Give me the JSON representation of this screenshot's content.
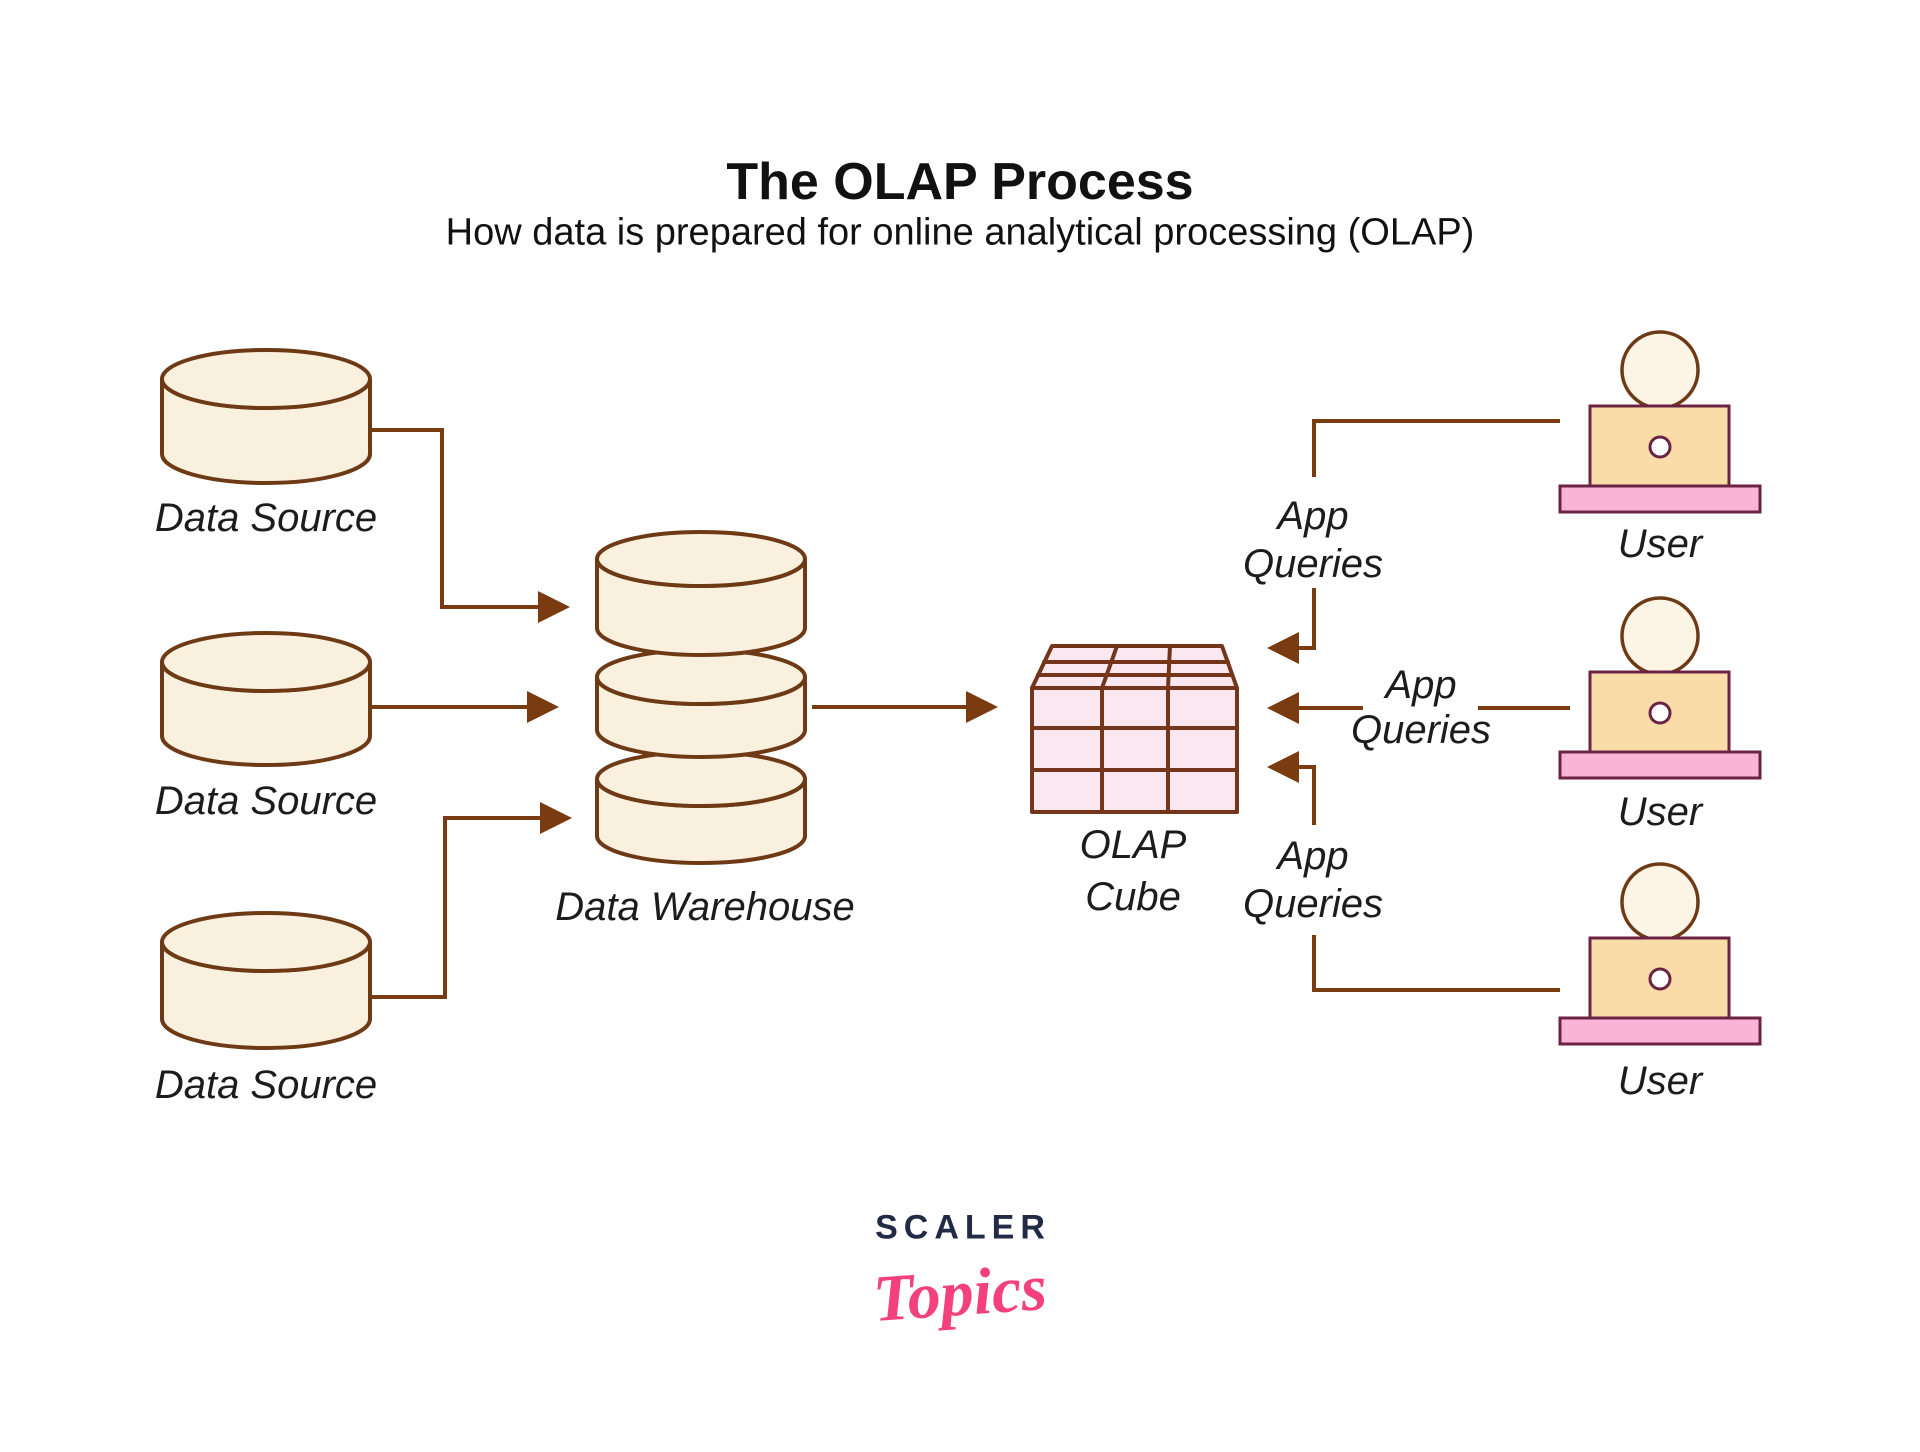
{
  "title": "The OLAP Process",
  "subtitle": "How data is prepared for online analytical processing (OLAP)",
  "nodes": {
    "data_sources": [
      {
        "label": "Data Source"
      },
      {
        "label": "Data Source"
      },
      {
        "label": "Data Source"
      }
    ],
    "warehouse": {
      "label": "Data Warehouse"
    },
    "cube": {
      "label_line1": "OLAP",
      "label_line2": "Cube"
    },
    "users": [
      {
        "label": "User"
      },
      {
        "label": "User"
      },
      {
        "label": "User"
      }
    ]
  },
  "edges": {
    "app_queries": [
      {
        "line1": "App",
        "line2": "Queries"
      },
      {
        "line1": "App",
        "line2": "Queries"
      },
      {
        "line1": "App",
        "line2": "Queries"
      }
    ]
  },
  "logo": {
    "brand": "SCALER",
    "script": "Topics"
  },
  "colors": {
    "background": "#FFFFFF",
    "text": "#1C1C1C",
    "db_fill": "#FAF0DE",
    "db_stroke": "#6E3A16",
    "arrow": "#7A3B10",
    "cube_fill": "#FAE7F0",
    "cube_stroke": "#74351A",
    "head_fill": "#FCF4E4",
    "laptop_fill": "#FADCA8",
    "laptop_stroke": "#6B2344",
    "base_fill": "#F9B4D8",
    "logo_navy": "#222B45",
    "logo_pink": "#F4417C"
  }
}
